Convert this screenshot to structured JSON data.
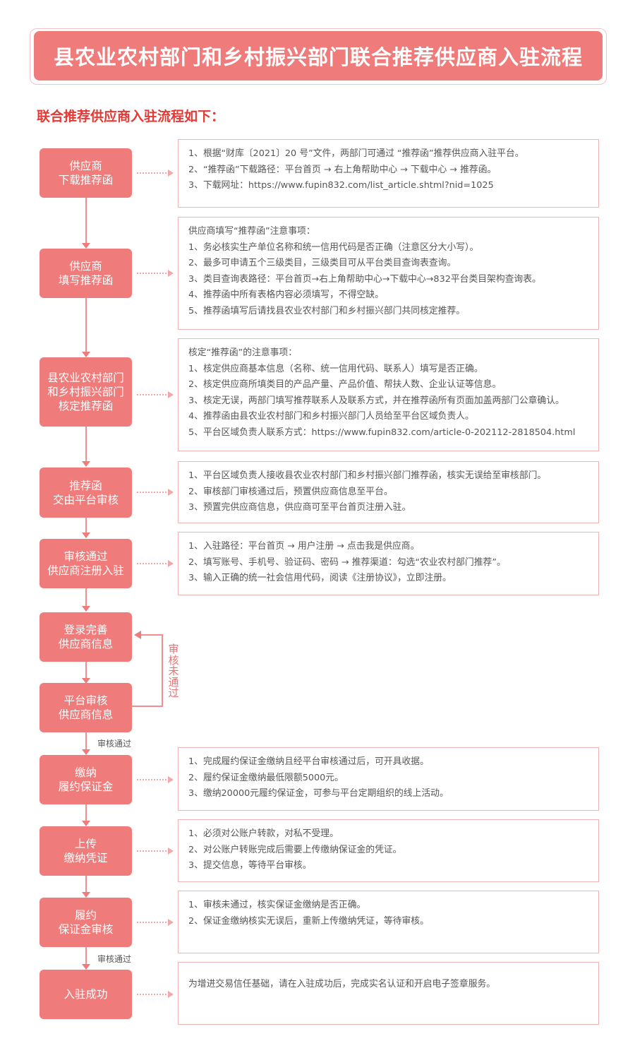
{
  "title": "县农业农村部门和乡村振兴部门联合推荐供应商入驻流程",
  "subtitle": "联合推荐供应商入驻流程如下：",
  "steps": [
    {
      "lines": [
        "供应商",
        "下载推荐函"
      ]
    },
    {
      "lines": [
        "供应商",
        "填写推荐函"
      ]
    },
    {
      "lines": [
        "县农业农村部门",
        "和乡村振兴部门",
        "核定推荐函"
      ]
    },
    {
      "lines": [
        "推荐函",
        "交由平台审核"
      ]
    },
    {
      "lines": [
        "审核通过",
        "供应商注册入驻"
      ]
    },
    {
      "lines": [
        "登录完善",
        "供应商信息"
      ]
    },
    {
      "lines": [
        "平台审核",
        "供应商信息"
      ]
    },
    {
      "lines": [
        "缴纳",
        "履约保证金"
      ]
    },
    {
      "lines": [
        "上传",
        "缴纳凭证"
      ]
    },
    {
      "lines": [
        "履约",
        "保证金审核"
      ]
    },
    {
      "lines": [
        "入驻成功"
      ]
    }
  ],
  "notes": [
    {
      "lines": [
        "1、根据“财库〔2021〕20 号”文件，两部门可通过 “推荐函”推荐供应商入驻平台。",
        "2、“推荐函”下载路径：平台首页 → 右上角帮助中心 → 下载中心 → 推荐函。",
        "3、下载网址：https://www.fupin832.com/list_article.shtml?nid=1025"
      ]
    },
    {
      "lines": [
        "供应商填写“推荐函”注意事项：",
        " 1、务必核实生产单位名称和统一信用代码是否正确（注意区分大小写）。",
        " 2、最多可申请五个三级类目，三级类目可从平台类目查询表查询。",
        " 3、类目查询表路径：平台首页→右上角帮助中心→下载中心→832平台类目架构查询表。",
        " 4、推荐函中所有表格内容必须填写，不得空缺。",
        " 5、推荐函填写后请找县农业农村部门和乡村振兴部门共同核定推荐。"
      ]
    },
    {
      "lines": [
        "核定“推荐函”的注意事项：",
        "1、核定供应商基本信息（名称、统一信用代码、联系人）填写是否正确。",
        "2、核定供应商所填类目的产品产量、产品价值、帮扶人数、企业认证等信息。",
        "3、核定无误，两部门填写推荐联系人及联系方式，并在推荐函所有页面加盖两部门公章确认。",
        "4、推荐函由县农业农村部门和乡村振兴部门人员给至平台区域负责人。",
        "5、平台区域负责人联系方式：https://www.fupin832.com/article-0-202112-2818504.html"
      ]
    },
    {
      "lines": [
        "1、平台区域负责人接收县农业农村部门和乡村振兴部门推荐函，核实无误给至审核部门。",
        "2、审核部门审核通过后，预置供应商信息至平台。",
        "3、预置完供应商信息，供应商可至平台首页注册入驻。"
      ]
    },
    {
      "lines": [
        "1、入驻路径：平台首页 → 用户注册 →  点击我是供应商。",
        "2、填写账号、手机号、验证码、密码  →  推荐渠道：勾选“农业农村部门推荐”。",
        "3、输入正确的统一社会信用代码，阅读《注册协议》，立即注册。"
      ]
    },
    {
      "lines": [
        "1、完成履约保证金缴纳且经平台审核通过后，可开具收据。",
        "2、履约保证金缴纳最低限额5000元。",
        "3、缴纳20000元履约保证金，可参与平台定期组织的线上活动。"
      ]
    },
    {
      "lines": [
        "1、必须对公账户转款，对私不受理。",
        "2、对公账户转账完成后需要上传缴纳保证金的凭证。",
        "3、提交信息，等待平台审核。"
      ]
    },
    {
      "lines": [
        "1、审核未通过，核实保证金缴纳是否正确。",
        "2、保证金缴纳核实无误后，重新上传缴纳凭证，等待审核。"
      ]
    },
    {
      "lines": [
        "为增进交易信任基础，请在入驻成功后，完成实名认证和开启电子签章服务。"
      ]
    }
  ],
  "loop_label": "审核未通过",
  "pass_label": "审核通过"
}
